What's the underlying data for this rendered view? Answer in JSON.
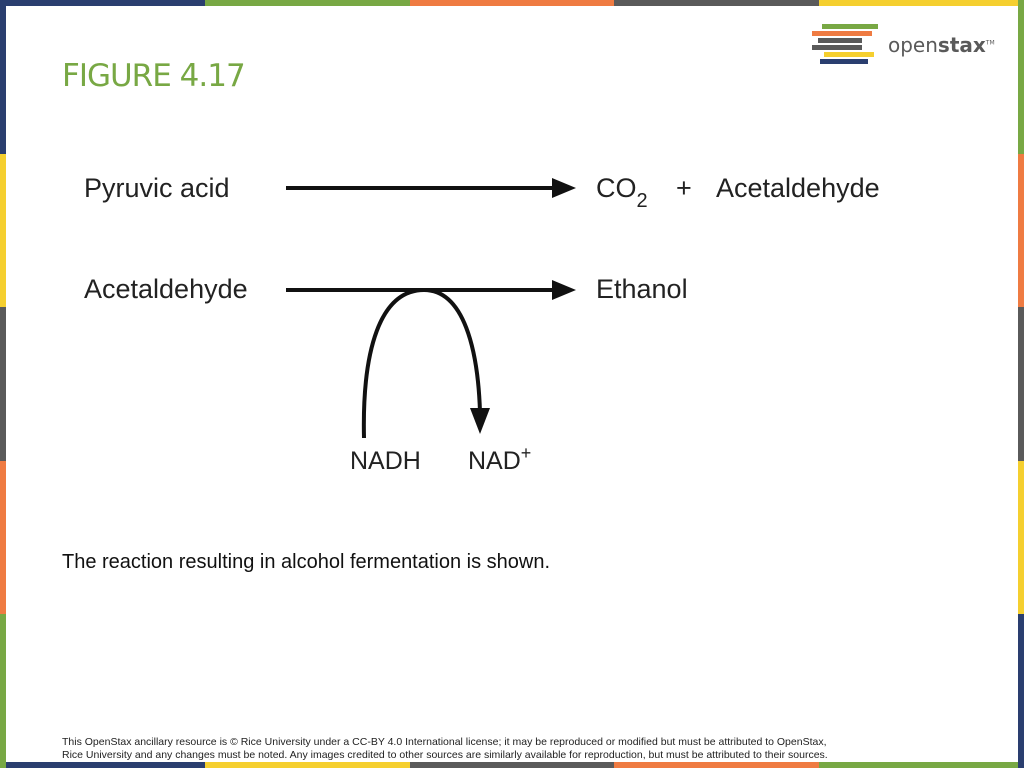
{
  "colors": {
    "accent": "#78a844",
    "border_segments_top": [
      "#2a3e6f",
      "#78a844",
      "#ef7b42",
      "#5a5a5a",
      "#f5cf2f",
      "#2a3e6f"
    ],
    "border_segments_side": [
      "#2a3e6f",
      "#f5cf2f",
      "#5a5a5a",
      "#ef7b42",
      "#78a844"
    ]
  },
  "slide": {
    "title": "FIGURE 4.17",
    "caption": "The reaction resulting in alcohol fermentation is shown."
  },
  "logo": {
    "text_prefix": "open",
    "text_bold": "stax",
    "trademark": "TM"
  },
  "diagram": {
    "row1": {
      "reactant": "Pyruvic acid",
      "product_main": "CO",
      "product_subscript": "2",
      "plus": "+",
      "product2": "Acetaldehyde"
    },
    "row2": {
      "reactant": "Acetaldehyde",
      "product": "Ethanol"
    },
    "cofactor_in": "NADH",
    "cofactor_out": "NAD",
    "cofactor_out_superscript": "+"
  },
  "footer": {
    "line1": "This OpenStax ancillary resource is © Rice University under a CC-BY 4.0 International license; it may be reproduced or modified but must be attributed to OpenStax,",
    "line2": "Rice University and any changes must be noted. Any images credited to other sources are similarly available for reproduction, but must be attributed to their sources."
  }
}
